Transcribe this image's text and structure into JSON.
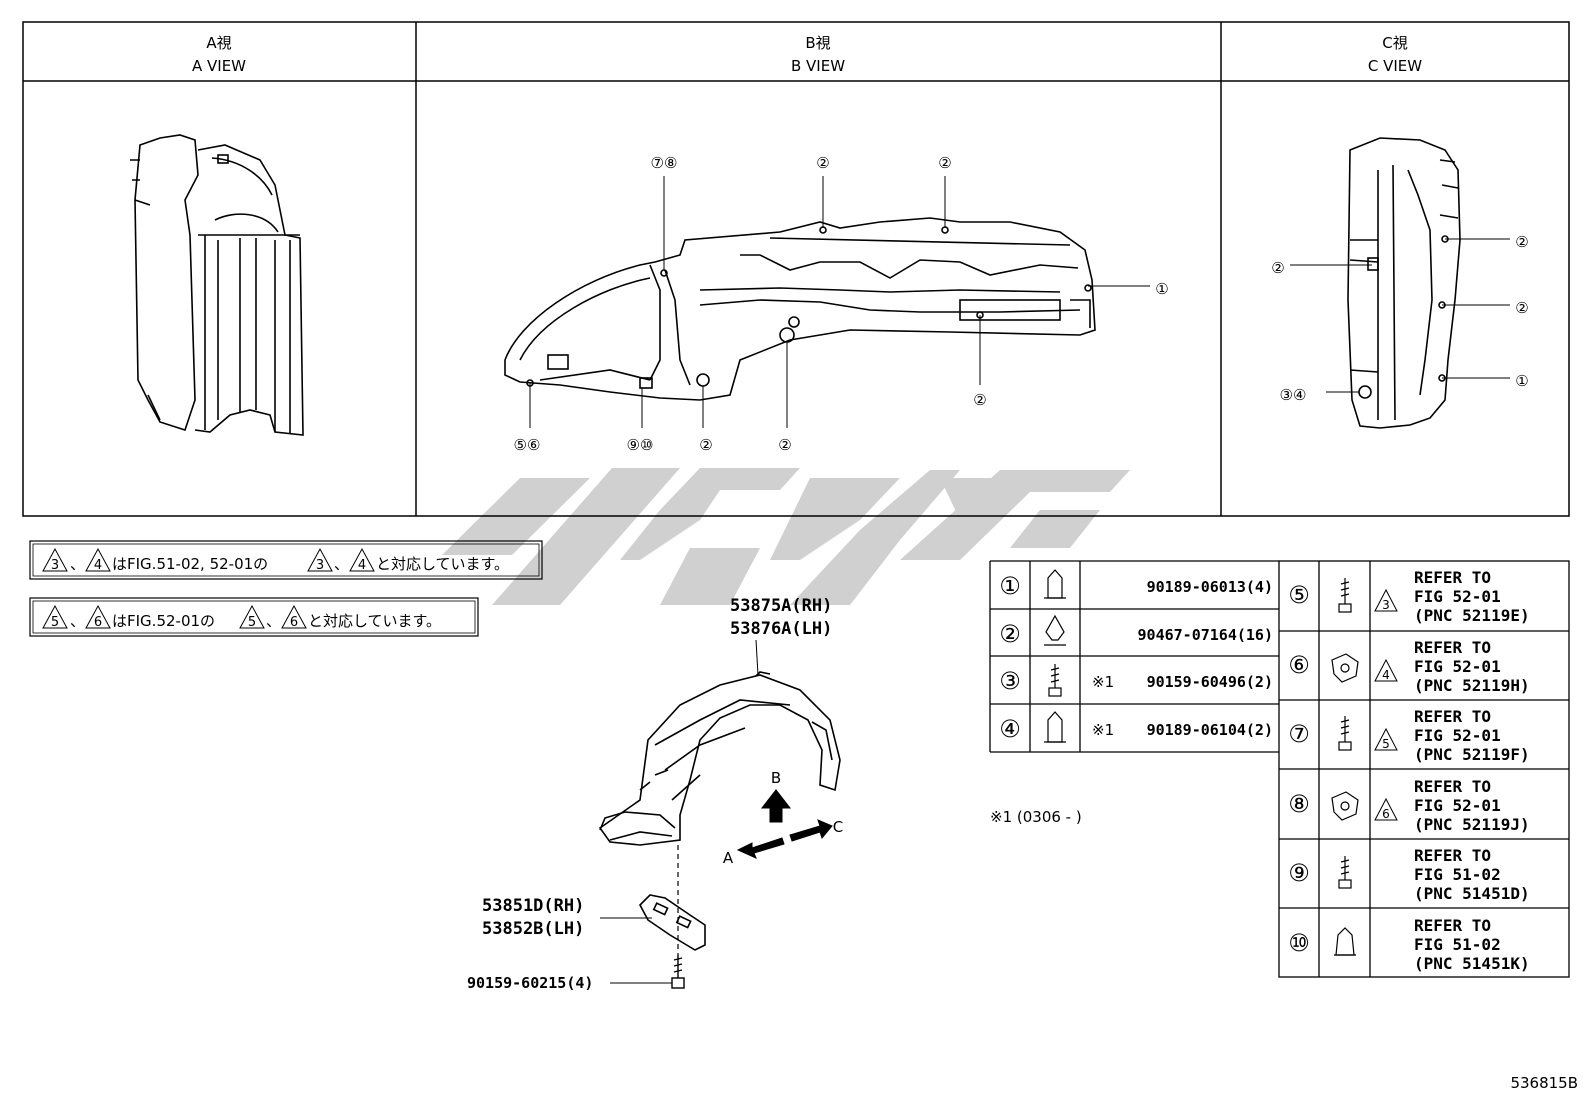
{
  "views": [
    {
      "jp": "A視",
      "en": "A VIEW"
    },
    {
      "jp": "B視",
      "en": "B VIEW"
    },
    {
      "jp": "C視",
      "en": "C VIEW"
    }
  ],
  "b_view_callouts": [
    "⑦⑧",
    "②",
    "②",
    "①",
    "②",
    "⑤⑥",
    "⑨⑩",
    "②",
    "②"
  ],
  "c_view_callouts": [
    "②",
    "②",
    "②",
    "③④",
    "①"
  ],
  "notes": [
    {
      "a": "3",
      "b": "4",
      "text": "はFIG.51-02, 52-01の",
      "tail": "と対応しています。"
    },
    {
      "a": "5",
      "b": "6",
      "text": "はFIG.52-01の",
      "tail": "と対応しています。"
    }
  ],
  "note_separator": "、",
  "main_parts": {
    "liner_rh": "53875A(RH)",
    "liner_lh": "53876A(LH)",
    "cover_rh": "53851D(RH)",
    "cover_lh": "53852B(LH)",
    "bolt": "90159-60215(4)",
    "arrow_a": "A",
    "arrow_b": "B",
    "arrow_c": "C"
  },
  "parts_table_left": [
    {
      "num": "①",
      "part": "90189-06013(4)",
      "prefix": ""
    },
    {
      "num": "②",
      "part": "90467-07164(16)",
      "prefix": ""
    },
    {
      "num": "③",
      "part": "90159-60496(2)",
      "prefix": "※1"
    },
    {
      "num": "④",
      "part": "90189-06104(2)",
      "prefix": "※1"
    }
  ],
  "parts_table_right": [
    {
      "num": "⑤",
      "tri": "3",
      "l1": "REFER TO",
      "l2": "FIG 52-01",
      "l3": "(PNC 52119E)"
    },
    {
      "num": "⑥",
      "tri": "4",
      "l1": "REFER TO",
      "l2": "FIG 52-01",
      "l3": "(PNC 52119H)"
    },
    {
      "num": "⑦",
      "tri": "5",
      "l1": "REFER TO",
      "l2": "FIG 52-01",
      "l3": "(PNC 52119F)"
    },
    {
      "num": "⑧",
      "tri": "6",
      "l1": "REFER TO",
      "l2": "FIG 52-01",
      "l3": "(PNC 52119J)"
    },
    {
      "num": "⑨",
      "tri": "",
      "l1": "REFER TO",
      "l2": "FIG 51-02",
      "l3": "(PNC 51451D)"
    },
    {
      "num": "⑩",
      "tri": "",
      "l1": "REFER TO",
      "l2": "FIG 51-02",
      "l3": "(PNC 51451K)"
    }
  ],
  "footnote": "※1 (0306 -     )",
  "drawing_id": "536815B",
  "colors": {
    "line": "#000000",
    "watermark": "#c8c8c8"
  }
}
